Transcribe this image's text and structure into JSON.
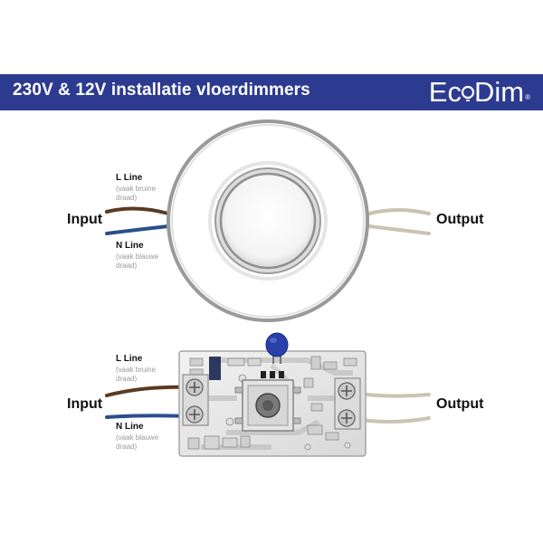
{
  "header": {
    "title": "230V & 12V installatie vloerdimmers",
    "logo_text_a": "Ec",
    "logo_text_b": "Dim",
    "logo_reg": "®",
    "background": "#2c3a8f"
  },
  "top_diagram": {
    "input_label": "Input",
    "output_label": "Output",
    "l_line_label": "L Line",
    "l_line_note": "(vaak bruine draad)",
    "n_line_label": "N Line",
    "n_line_note": "(vaak blauwe draad)"
  },
  "bottom_diagram": {
    "input_label": "Input",
    "output_label": "Output",
    "l_line_label": "L Line",
    "l_line_note": "(vaak bruine draad)",
    "n_line_label": "N Line",
    "n_line_note": "(vaak blauwe draad)"
  },
  "colors": {
    "brown_wire": "#5a3a22",
    "blue_wire": "#2b4e8c",
    "output_wire": "#c9c3b2",
    "blue_capacitor": "#2940a8"
  },
  "icons": [
    "ecodim-logo-bulb-icon",
    "floor-dimmer-ring",
    "dimmer-pcb"
  ]
}
